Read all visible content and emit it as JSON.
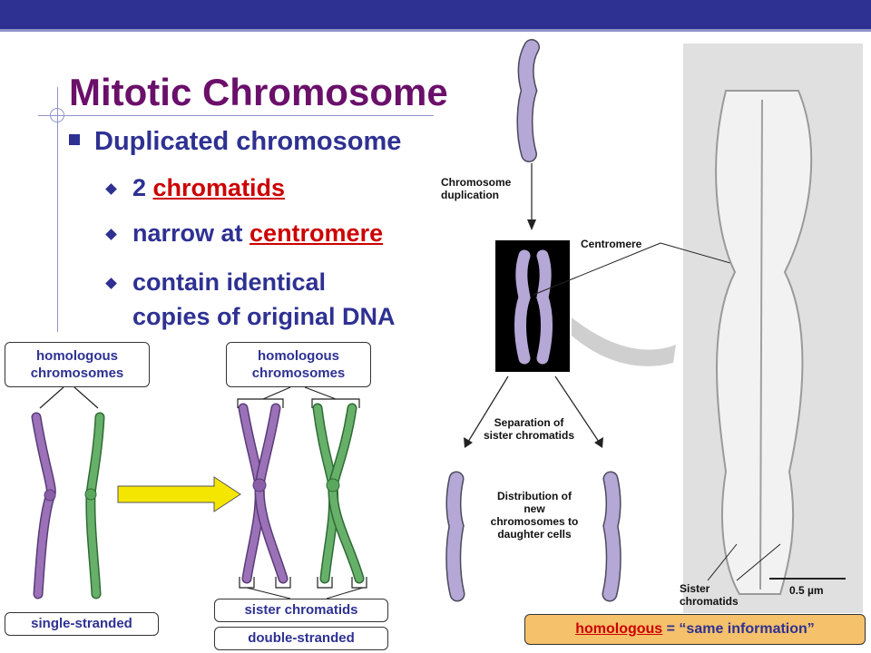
{
  "slide": {
    "title": "Mitotic Chromosome",
    "bullet": "Duplicated chromosome",
    "sub1_prefix": "2 ",
    "sub1_term": "chromatids",
    "sub2_prefix": "narrow at ",
    "sub2_term": "centromere",
    "sub3_line1": "contain identical",
    "sub3_line2": "copies of original DNA"
  },
  "left_diagram": {
    "homologous_label": "homologous chromosomes",
    "single_label": "single-stranded",
    "sister_label": "sister chromatids",
    "double_label": "double-stranded"
  },
  "flow_diagram": {
    "chromosome_duplication": "Chromosome duplication",
    "centromere": "Centromere",
    "separation": "Separation of sister chromatids",
    "distribution": "Distribution of new chromosomes to daughter cells"
  },
  "photo": {
    "sister_chromatids": "Sister chromatids",
    "scale": "0.5 µm"
  },
  "definition": {
    "term": "homologous",
    "rest": " = “same information”"
  },
  "colors": {
    "header": "#2e3192",
    "title": "#6a0f6a",
    "accent_red": "#cc0000",
    "purple_chromosome": "#9b72b8",
    "green_chromosome": "#66b06a",
    "arrow_yellow": "#f5e600",
    "definition_bg": "#f5c16a"
  }
}
